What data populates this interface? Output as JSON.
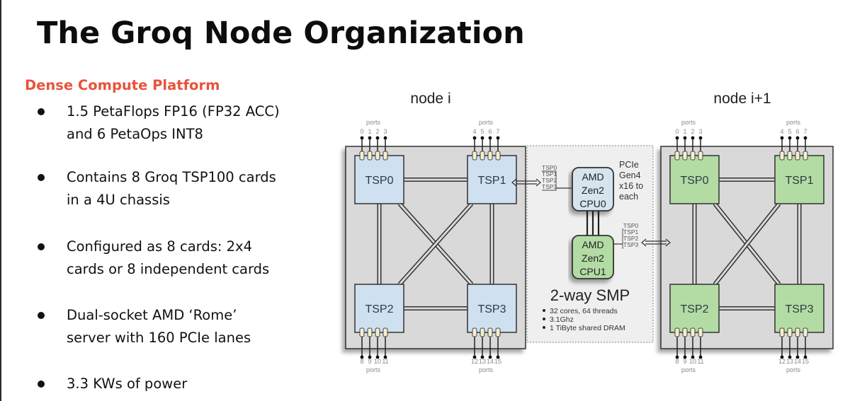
{
  "slide": {
    "title": "The Groq Node Organization",
    "section_heading": "Dense Compute Platform",
    "bullets": [
      {
        "lines": [
          "1.5 PetaFlops FP16 (FP32 ACC)",
          "and 6 PetaOps INT8"
        ]
      },
      {
        "lines": [
          "Contains 8 Groq TSP100 cards",
          "in a 4U chassis"
        ]
      },
      {
        "lines": [
          "Configured as 8 cards: 2x4",
          "cards or 8 independent cards"
        ]
      },
      {
        "lines": [
          "Dual-socket AMD ‘Rome’",
          "server with 160 PCIe lanes"
        ]
      },
      {
        "lines": [
          "3.3 KWs of power"
        ]
      }
    ],
    "accent_color": "#e8533c"
  },
  "diagram": {
    "nodes": [
      {
        "label": "node i",
        "tsp_fill": "#cfe0f0",
        "tsps": [
          "TSP0",
          "TSP1",
          "TSP2",
          "TSP3"
        ],
        "ports_label": "ports",
        "port_groups": [
          [
            "0",
            "1",
            "2",
            "3"
          ],
          [
            "4",
            "5",
            "6",
            "7"
          ],
          [
            "8",
            "9",
            "10",
            "11"
          ],
          [
            "12",
            "13",
            "14",
            "15"
          ]
        ]
      },
      {
        "label": "node i+1",
        "tsp_fill": "#b3dca4",
        "tsps": [
          "TSP0",
          "TSP1",
          "TSP2",
          "TSP3"
        ],
        "ports_label": "ports",
        "port_groups": [
          [
            "0",
            "1",
            "2",
            "3"
          ],
          [
            "4",
            "5",
            "6",
            "7"
          ],
          [
            "8",
            "9",
            "10",
            "11"
          ],
          [
            "12",
            "13",
            "14",
            "15"
          ]
        ]
      }
    ],
    "host": {
      "cpus": [
        {
          "lines": [
            "AMD",
            "Zen2",
            "CPU0"
          ],
          "fill": "#d6e4ee"
        },
        {
          "lines": [
            "AMD",
            "Zen2",
            "CPU1"
          ],
          "fill": "#b3dca4"
        }
      ],
      "pcie_note": [
        "PCIe",
        "Gen4",
        "x16 to",
        "each"
      ],
      "bus_labels": [
        "TSP0",
        "TSP1",
        "TSP2",
        "TSP3"
      ],
      "smp_title": "2-way SMP",
      "smp_bullets": [
        "32 cores, 64 threads",
        "3.1Ghz",
        "1 TiByte shared DRAM"
      ]
    },
    "colors": {
      "chassis_fill": "#d9d9d9",
      "host_fill": "#efefef",
      "stroke": "#333333",
      "port_label": "#8a8a8a"
    }
  }
}
